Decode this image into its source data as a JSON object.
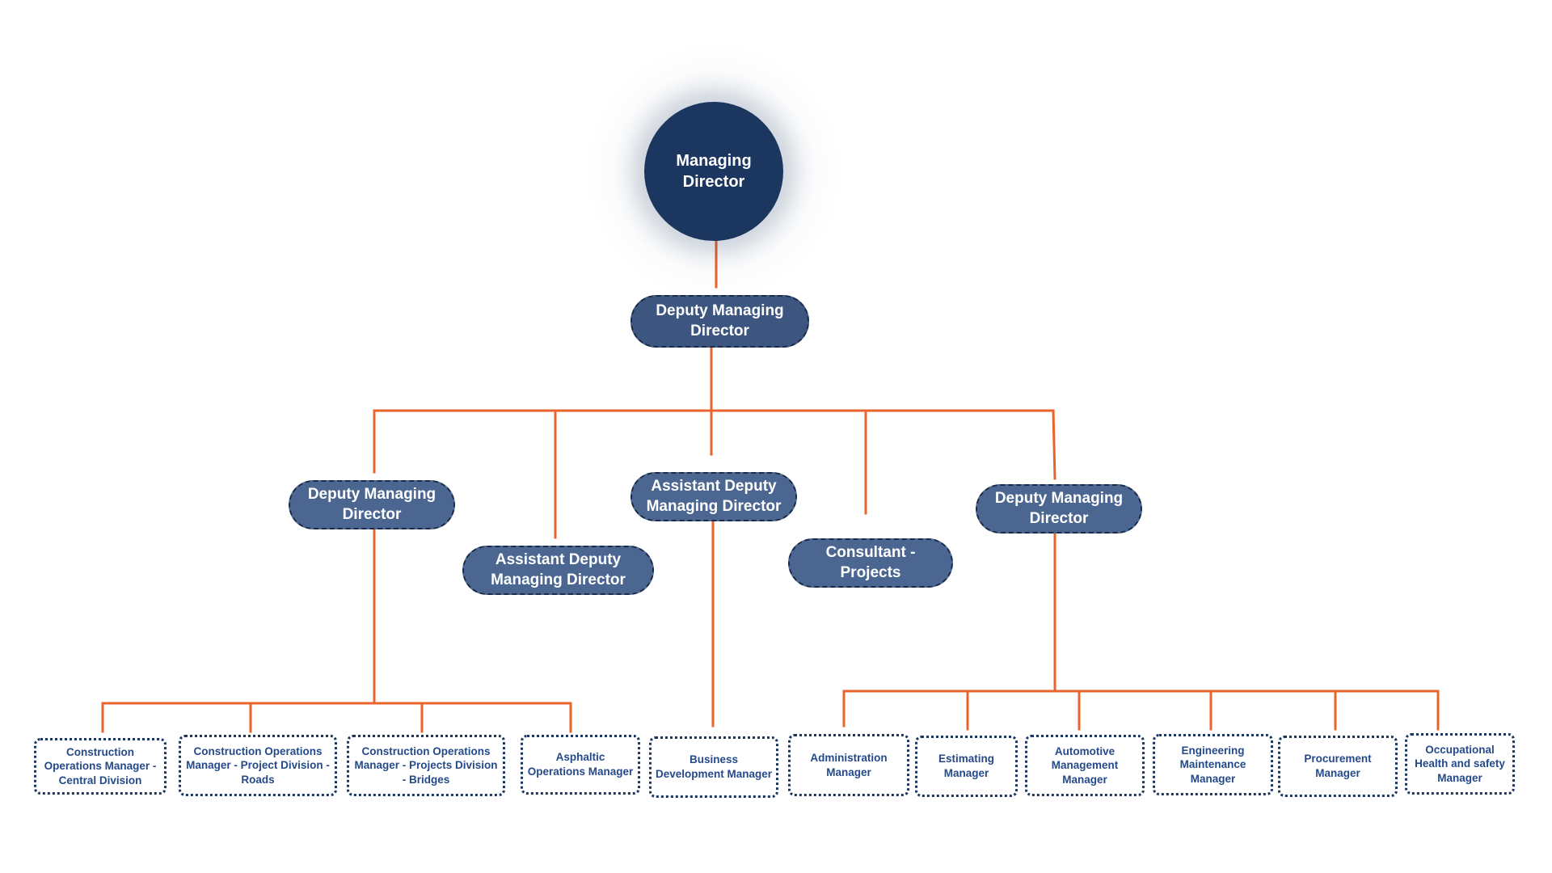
{
  "chart": {
    "root": {
      "label": "Managing Director"
    },
    "level1": {
      "label": "Deputy Managing Director"
    },
    "level2": {
      "left_deputy": "Deputy Managing Director",
      "assistant_deputy_left": "Assistant Deputy Managing Director",
      "assistant_deputy_center": "Assistant Deputy Managing Director",
      "consultant": "Consultant - Projects",
      "right_deputy": "Deputy Managing Director"
    },
    "leaves_left": [
      "Construction Operations Manager - Central Division",
      "Construction Operations Manager - Project Division - Roads",
      "Construction Operations Manager - Projects Division - Bridges",
      "Asphaltic Operations Manager"
    ],
    "leaf_center": "Business Development Manager",
    "leaves_right": [
      "Administration Manager",
      "Estimating Manager",
      "Automotive Management Manager",
      "Engineering Maintenance Manager",
      "Procurement Manager",
      "Occupational Health and safety Manager"
    ]
  },
  "colors": {
    "connector": "#e8642c",
    "root_fill": "#1b365f",
    "pill_fill": "#4b6791",
    "leaf_text": "#254a8a"
  }
}
